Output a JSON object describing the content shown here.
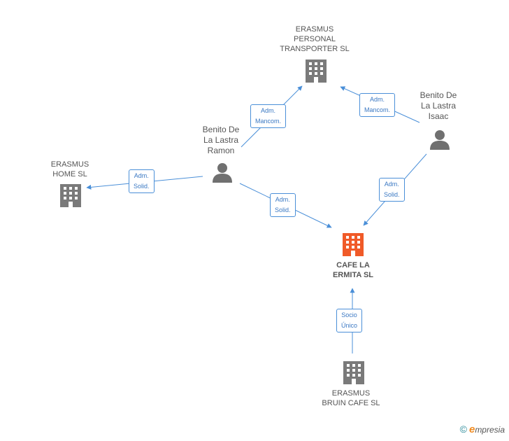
{
  "nodes": {
    "erasmus_personal": {
      "label": "ERASMUS\nPERSONAL\nTRANSPORTER SL",
      "type": "company"
    },
    "erasmus_home": {
      "label": "ERASMUS\nHOME SL",
      "type": "company"
    },
    "cafe_la_ermita": {
      "label": "CAFE LA\nERMITA SL",
      "type": "company-main"
    },
    "erasmus_bruin": {
      "label": "ERASMUS\nBRUIN CAFE  SL",
      "type": "company"
    },
    "benito_ramon": {
      "label": "Benito De\nLa Lastra\nRamon",
      "type": "person"
    },
    "benito_isaac": {
      "label": "Benito De\nLa Lastra\nIsaac",
      "type": "person"
    }
  },
  "edges": {
    "ramon_to_personal": {
      "label": "Adm.\nMancom."
    },
    "isaac_to_personal": {
      "label": "Adm.\nMancom."
    },
    "ramon_to_home": {
      "label": "Adm.\nSolid."
    },
    "ramon_to_cafe": {
      "label": "Adm.\nSolid."
    },
    "isaac_to_cafe": {
      "label": "Adm.\nSolid."
    },
    "bruin_to_cafe": {
      "label": "Socio\nÚnico"
    }
  },
  "colors": {
    "edge": "#4a8fd8",
    "company": "#7a7a7a",
    "main": "#f05a28",
    "person": "#707070"
  },
  "footer": {
    "copyright": "©",
    "brand_initial": "e",
    "brand_rest": "mpresia"
  }
}
